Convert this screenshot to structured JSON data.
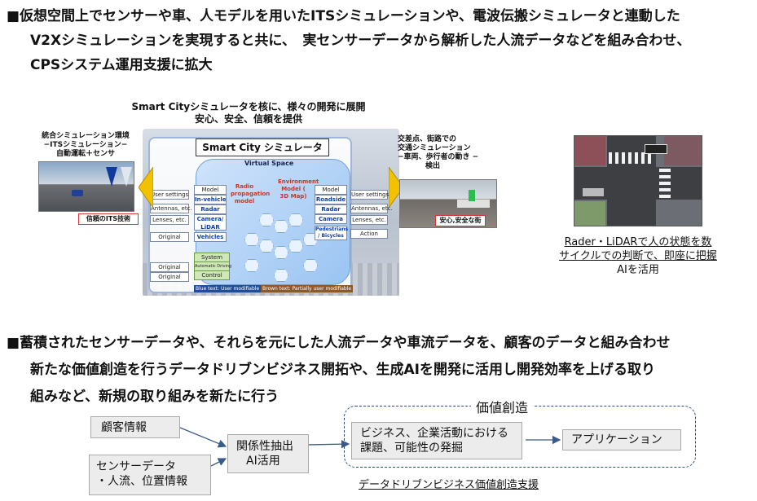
{
  "section1": {
    "marker": "■",
    "line1": "仮想空間上でセンサーや車、人モデルを用いたITSシミュレーションや、電波伝搬シミュレータと連動した",
    "line2": "V2Xシミュレーションを実現すると共に、　実センサーデータから解析した人流データなどを組み合わせ、",
    "line3": "CPSシステム運用支援に拡大"
  },
  "figure": {
    "title1": "Smart Cityシミュレータを核に、様々の開発に展開",
    "title2": "安心、安全、信頼を提供",
    "center_label": "Smart City シミュレータ",
    "virtual_space": "Virtual Space",
    "left_caption": [
      "統合シミュレーション環境",
      "−ITSシミュレーション−",
      "自動運転＋センサ"
    ],
    "left_badge": "信頼のITS技術",
    "right_caption": [
      "交差点、街路での",
      "交通シミュレーション",
      "−車両、歩行者の動き −",
      "検出"
    ],
    "right_badge": "安心,安全な街",
    "left_inputs": [
      "User settings",
      "Antennas, etc.",
      "Lenses, etc.",
      "Original",
      "Original",
      "Original"
    ],
    "left_modules": [
      "Model",
      "In-vehicle",
      "Radar",
      "Camera/ LiDAR",
      "Vehicles",
      "System",
      "Automatic Driving",
      "Control"
    ],
    "radio_model": "Radio propagation model",
    "env_model": "Environment Model ( 3D Map)",
    "right_modules": [
      "Model",
      "Roadside",
      "Radar",
      "Camera",
      "Pedestrians / Bicycles"
    ],
    "right_inputs": [
      "User settings",
      "Antennas, etc.",
      "Lenses, etc.",
      "Action"
    ],
    "legend_blue": "Blue text: User modifiable",
    "legend_brown": "Brown text: Partially user modifiable"
  },
  "lidar": {
    "line1": "Rader・LiDARで人の状態を数",
    "line2": "サイクルでの判断で、即座に把握",
    "line3": "AIを活用"
  },
  "section2": {
    "marker": "■",
    "line1": "蓄積されたセンサーデータや、それらを元にした人流データや車流データを、顧客のデータと組み合わせ",
    "line2": "新たな価値創造を行うデータドリブンビジネス開拓や、生成AIを開発に活用し開発効率を上げる取り",
    "line3": "組みなど、新規の取り組みを新たに行う"
  },
  "flow": {
    "customer": "顧客情報",
    "sensor_line1": "センサーデータ",
    "sensor_line2": "・人流、位置情報",
    "extract_line1": "関係性抽出",
    "extract_line2": "AI活用",
    "value_title": "価値創造",
    "business_line1": "ビジネス、企業活動における",
    "business_line2": "課題、可能性の発掘",
    "application": "アプリケーション",
    "support": "データドリブンビジネス価値創造支援"
  },
  "colors": {
    "arrow": "#3b5a8c",
    "dash": "#2b4b80",
    "box_fill": "#ececec",
    "badge_border": "#d33333"
  }
}
